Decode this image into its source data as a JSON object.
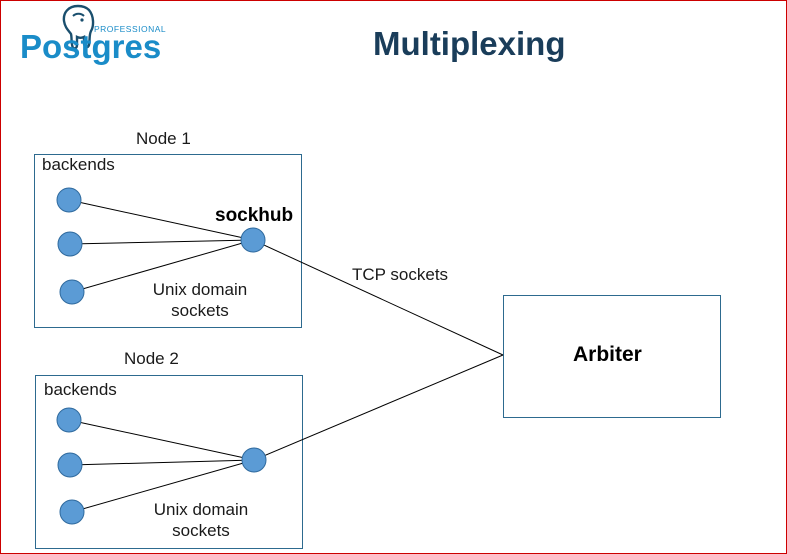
{
  "logo": {
    "top_text": "PROFESSIONAL",
    "word": "Postgres"
  },
  "title": "Multiplexing",
  "node1": {
    "title": "Node 1",
    "backends_label": "backends",
    "hub_label": "sockhub",
    "socket_label_line1": "Unix domain",
    "socket_label_line2": "sockets"
  },
  "node2": {
    "title": "Node 2",
    "backends_label": "backends",
    "socket_label_line1": "Unix domain",
    "socket_label_line2": "sockets"
  },
  "tcp_label": "TCP sockets",
  "arbiter_label": "Arbiter",
  "colors": {
    "node_fill": "#5b9bd5",
    "node_stroke": "#2f6a9e",
    "box_border": "#2d6a8f",
    "title": "#1a3d5a",
    "logo": "#1a8cc8"
  }
}
